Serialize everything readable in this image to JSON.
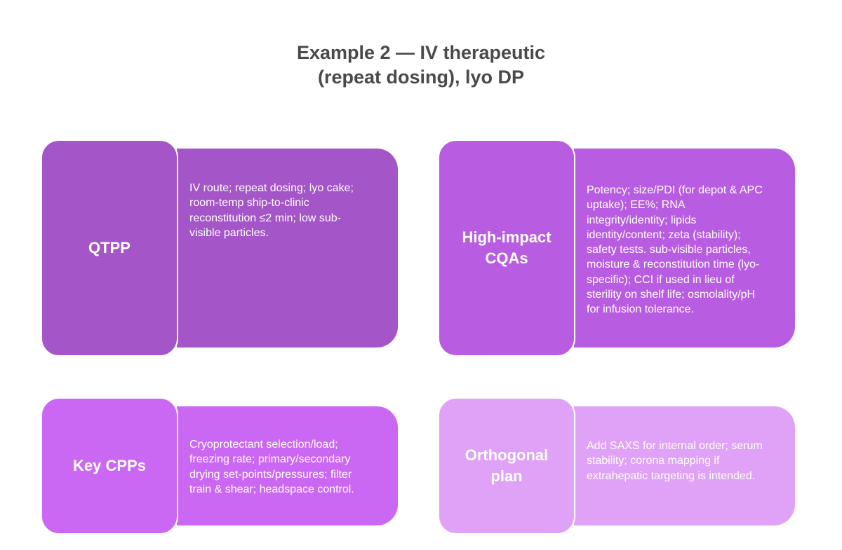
{
  "title": [
    "Example 2 — IV therapeutic",
    "(repeat dosing), lyo DP"
  ],
  "cards": [
    {
      "heading": [
        "QTPP"
      ],
      "color": "#A455C8",
      "lines": [
        "IV route; repeat dosing; lyo cake;",
        "room-temp ship-to-clinic",
        "reconstitution ≤2 min; low sub-",
        "visible particles."
      ]
    },
    {
      "heading": [
        "High-impact",
        "CQAs"
      ],
      "color": "#B85DE1",
      "lines": [
        "Potency; size/PDI (for depot & APC",
        "uptake); EE%; RNA",
        "integrity/identity; lipids",
        "identity/content; zeta (stability);",
        "safety tests.  sub-visible particles,",
        "moisture & reconstitution time (lyo-",
        "specific); CCI if used in lieu of",
        "sterility on shelf life; osmolality/pH",
        "for infusion tolerance."
      ]
    },
    {
      "heading": [
        "Key CPPs"
      ],
      "color": "#CB68F3",
      "lines": [
        "Cryoprotectant selection/load;",
        "freezing rate; primary/secondary",
        "drying set-points/pressures; filter",
        "train & shear; headspace control."
      ]
    },
    {
      "heading": [
        "Orthogonal",
        "plan"
      ],
      "color": "#DFA2F6",
      "lines": [
        "Add SAXS for internal order; serum",
        "stability; corona mapping if",
        "extrahepatic targeting is intended."
      ]
    }
  ]
}
